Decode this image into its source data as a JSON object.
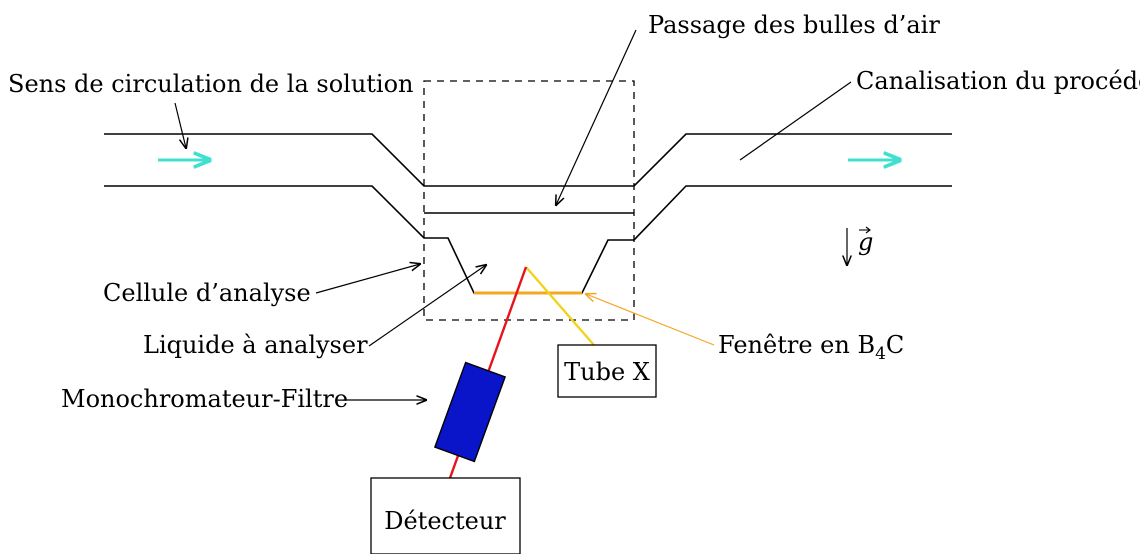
{
  "labels": {
    "flow_direction": "Sens de circulation de la solution",
    "air_bubbles": "Passage des bulles d’air",
    "process_pipe": "Canalisation du procédé",
    "analysis_cell": "Cellule d’analyse",
    "liquid": "Liquide à analyser",
    "monochromator": "Monochromateur-Filtre",
    "xray_tube": "Tube X",
    "detector": "Détecteur",
    "window_prefix": "Fenêtre en B",
    "window_subscript": "4",
    "window_suffix": "C",
    "gravity_symbol": "g"
  },
  "colors": {
    "flow_arrow": "#40E0D0",
    "window": "#F5A623",
    "window_label": "#F5A623",
    "incident_beam": "#F2D21C",
    "diffracted_beam": "#E8141B",
    "monochromator_fill": "#0A14C8",
    "lines": "#000000"
  }
}
